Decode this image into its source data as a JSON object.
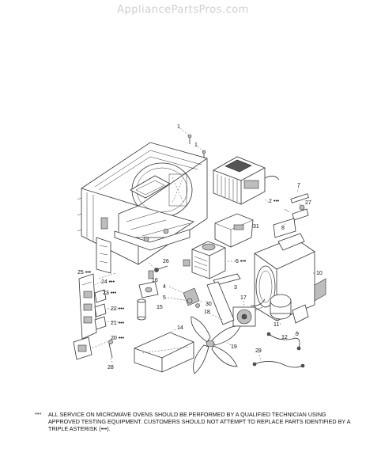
{
  "header": {
    "watermark": "AppliancePartsPros.com"
  },
  "diagram": {
    "callouts": [
      {
        "id": "c1a",
        "text": "1"
      },
      {
        "id": "c1b",
        "text": "1"
      },
      {
        "id": "c2",
        "text": "2 •••"
      },
      {
        "id": "c3",
        "text": "3"
      },
      {
        "id": "c4",
        "text": "4"
      },
      {
        "id": "c5",
        "text": "5"
      },
      {
        "id": "c6",
        "text": "6 •••"
      },
      {
        "id": "c7",
        "text": "7"
      },
      {
        "id": "c8",
        "text": "8"
      },
      {
        "id": "c9",
        "text": "9"
      },
      {
        "id": "c10",
        "text": "10"
      },
      {
        "id": "c11",
        "text": "11"
      },
      {
        "id": "c12",
        "text": "12"
      },
      {
        "id": "c14",
        "text": "14"
      },
      {
        "id": "c15",
        "text": "15"
      },
      {
        "id": "c16",
        "text": "16"
      },
      {
        "id": "c17",
        "text": "17"
      },
      {
        "id": "c18",
        "text": "18"
      },
      {
        "id": "c19",
        "text": "19"
      },
      {
        "id": "c20",
        "text": "20 •••"
      },
      {
        "id": "c21",
        "text": "21 •••"
      },
      {
        "id": "c22",
        "text": "22 •••"
      },
      {
        "id": "c23",
        "text": "23 •••"
      },
      {
        "id": "c24",
        "text": "24 •••"
      },
      {
        "id": "c25",
        "text": "25 •••"
      },
      {
        "id": "c26",
        "text": "26"
      },
      {
        "id": "c27",
        "text": "27"
      },
      {
        "id": "c28",
        "text": "28"
      },
      {
        "id": "c29",
        "text": "29"
      },
      {
        "id": "c30",
        "text": "30"
      },
      {
        "id": "c31",
        "text": "31"
      }
    ]
  },
  "footer": {
    "note_mark": "***",
    "note_text": "ALL SERVICE ON MICROWAVE OVENS SHOULD BE PERFORMED BY A QUALIFIED TECHNICIAN USING APPROVED TESTING EQUIPMENT.  CUSTOMERS SHOULD NOT ATTEMPT TO REPLACE PARTS IDENTIFIED BY A TRIPLE ASTERISK (•••)."
  }
}
